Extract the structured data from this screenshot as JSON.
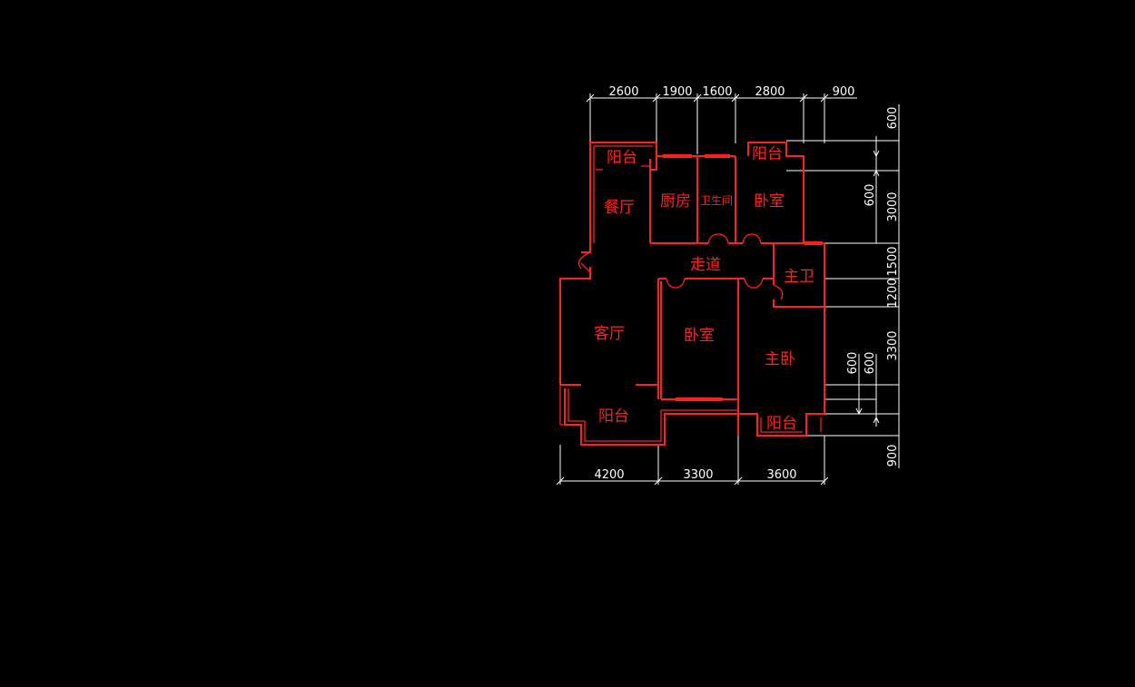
{
  "colors": {
    "background": "#000000",
    "wall": "#ff2020",
    "dimension": "#ffffff"
  },
  "rooms": {
    "balcony_top_left": "阳台",
    "dining": "餐厅",
    "kitchen": "厨房",
    "bathroom": "卫生间",
    "bedroom_top": "卧室",
    "balcony_top_right": "阳台",
    "corridor": "走道",
    "master_bath": "主卫",
    "living": "客厅",
    "bedroom_middle": "卧室",
    "master_bedroom": "主卧",
    "balcony_bottom_left": "阳台",
    "balcony_bottom_right": "阳台"
  },
  "dimensions": {
    "top": [
      "2600",
      "1900",
      "1600",
      "2800",
      "900"
    ],
    "bottom": [
      "4200",
      "3300",
      "3600"
    ],
    "right_outer": [
      "600",
      "3000",
      "1500",
      "1200",
      "3300",
      "900"
    ],
    "right_inner": [
      "600",
      "600",
      "600"
    ]
  }
}
